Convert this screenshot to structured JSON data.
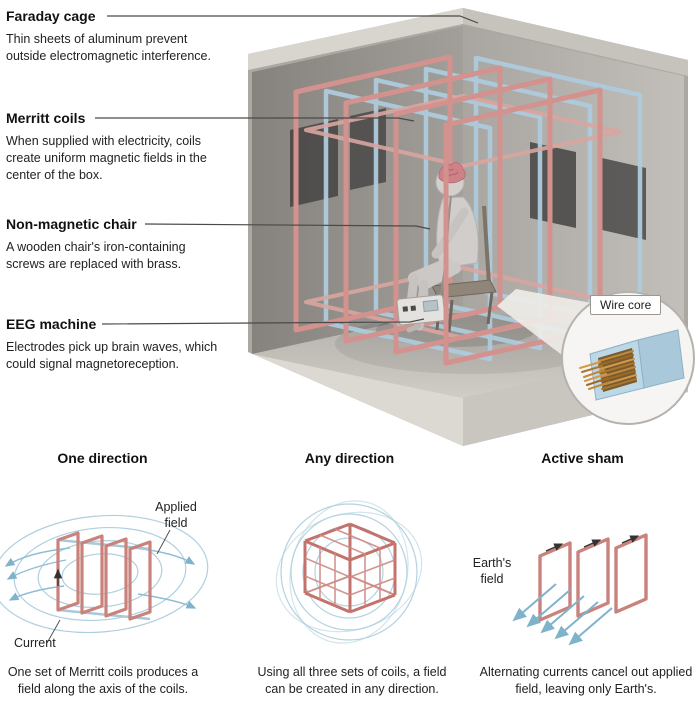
{
  "figure": {
    "labels": [
      {
        "title": "Faraday cage",
        "desc": "Thin sheets of aluminum prevent outside electromagnetic interference."
      },
      {
        "title": "Merritt coils",
        "desc": "When supplied with electricity, coils create uniform magnetic fields in the center of the box."
      },
      {
        "title": "Non-magnetic chair",
        "desc": "A wooden chair's iron-containing screws are replaced with brass."
      },
      {
        "title": "EEG machine",
        "desc": "Electrodes pick up brain waves, which could signal magnetoreception."
      }
    ],
    "inset_label": "Wire core",
    "panels": [
      {
        "title": "One direction",
        "caption": "One set of Merritt coils produces a field along the axis of the coils.",
        "annotations": {
          "field": "Applied field",
          "current": "Current"
        }
      },
      {
        "title": "Any direction",
        "caption": "Using all three sets of coils, a field can be created in any direction."
      },
      {
        "title": "Active sham",
        "caption": "Alternating currents cancel out applied field, leaving only Earth's.",
        "annotations": {
          "earth": "Earth's field"
        }
      }
    ],
    "colors": {
      "coil_pink": "#d3928d",
      "coil_blue": "#aecbdc",
      "field_blue": "#8fbdd4",
      "wall_dark": "#8f8b86",
      "wall_light": "#bab6b1",
      "floor": "#c8c4be"
    }
  }
}
